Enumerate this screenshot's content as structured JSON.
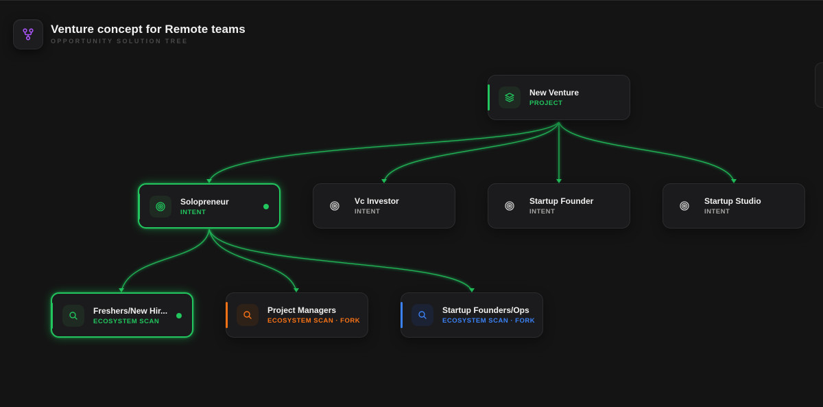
{
  "header": {
    "title": "Venture concept for Remote teams",
    "subtitle": "OPPORTUNITY SOLUTION TREE",
    "icon": "fork-tree-icon",
    "icon_color": "#a855f7"
  },
  "colors": {
    "accent_green": "#22c55e",
    "accent_orange": "#f97316",
    "accent_blue": "#3b82f6",
    "muted_text": "#a3a3a3"
  },
  "nodes": {
    "new_venture": {
      "label": "New Venture",
      "type": "PROJECT",
      "icon": "layers-icon",
      "accent": "#22c55e"
    },
    "solopreneur": {
      "label": "Solopreneur",
      "type": "INTENT",
      "icon": "target-icon",
      "accent": "#22c55e",
      "selected": true
    },
    "vc_investor": {
      "label": "Vc Investor",
      "type": "INTENT",
      "icon": "target-icon"
    },
    "startup_founder": {
      "label": "Startup Founder",
      "type": "INTENT",
      "icon": "target-icon"
    },
    "startup_studio": {
      "label": "Startup Studio",
      "type": "INTENT",
      "icon": "target-icon"
    },
    "freshers": {
      "label": "Freshers/New Hir...",
      "type": "ECOSYSTEM SCAN",
      "icon": "search-icon",
      "accent": "#22c55e",
      "selected": true
    },
    "project_managers": {
      "label": "Project Managers",
      "type": "ECOSYSTEM SCAN · FORK",
      "icon": "search-icon",
      "accent": "#f97316"
    },
    "startup_founders_ops": {
      "label": "Startup Founders/Ops",
      "type": "ECOSYSTEM SCAN · FORK",
      "icon": "search-icon",
      "accent": "#3b82f6"
    }
  }
}
